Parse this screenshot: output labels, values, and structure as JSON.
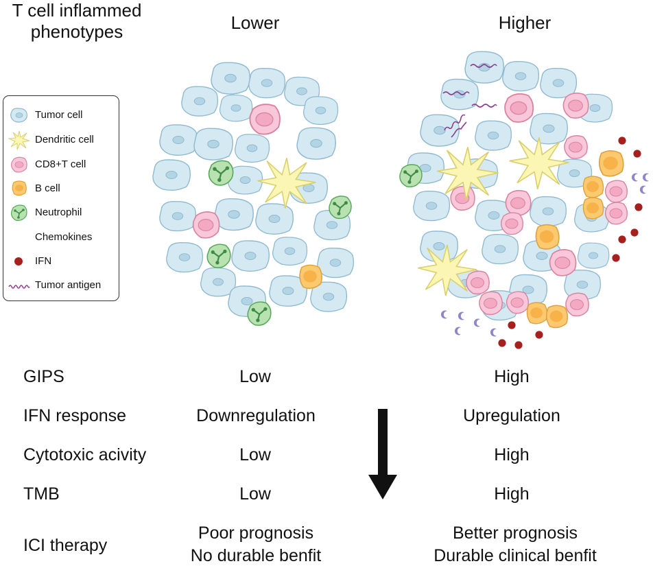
{
  "title": [
    "T cell inflammed",
    "phenotypes"
  ],
  "columns": {
    "lower": "Lower",
    "higher": "Higher"
  },
  "legend": [
    {
      "icon": "tumor-cell-icon",
      "label": "Tumor cell"
    },
    {
      "icon": "dendritic-cell-icon",
      "label": "Dendritic cell"
    },
    {
      "icon": "cd8-t-cell-icon",
      "label": "CD8+T cell"
    },
    {
      "icon": "b-cell-icon",
      "label": "B cell"
    },
    {
      "icon": "neutrophil-icon",
      "label": "Neutrophil"
    },
    {
      "icon": "chemokine-icon",
      "label": "Chemokines"
    },
    {
      "icon": "ifn-icon",
      "label": "IFN"
    },
    {
      "icon": "tumor-antigen-icon",
      "label": "Tumor antigen"
    }
  ],
  "rows": [
    {
      "label": "GIPS",
      "lower": [
        "Low"
      ],
      "higher": [
        "High"
      ]
    },
    {
      "label": "IFN response",
      "lower": [
        "Downregulation"
      ],
      "higher": [
        "Upregulation"
      ]
    },
    {
      "label": "Cytotoxic acivity",
      "lower": [
        "Low"
      ],
      "higher": [
        "High"
      ]
    },
    {
      "label": "TMB",
      "lower": [
        "Low"
      ],
      "higher": [
        "High"
      ]
    },
    {
      "label": "ICI therapy",
      "lower": [
        "Poor prognosis",
        "No durable benfit"
      ],
      "higher": [
        "Better prognosis",
        "Durable clinical benfit"
      ]
    }
  ],
  "colors": {
    "tumor_fill": "#d5e9f3",
    "tumor_stroke": "#8fb9cf",
    "tumor_nucleus": "#b3d4e5",
    "dendritic_fill": "#fbf6b3",
    "dendritic_stroke": "#d9cf6d",
    "cd8_fill": "#f8c7d9",
    "cd8_stroke": "#d9849f",
    "cd8_nucleus": "#f3a9c2",
    "bcell_fill": "#fbc970",
    "bcell_stroke": "#e0a23a",
    "bcell_nucleus": "#f7b34a",
    "neutrophil_fill": "#b8e2b0",
    "neutrophil_stroke": "#58a85a",
    "chemokine": "#8f86c9",
    "ifn": "#a6201e",
    "antigen": "#8a3f8f",
    "arrow": "#111111"
  }
}
